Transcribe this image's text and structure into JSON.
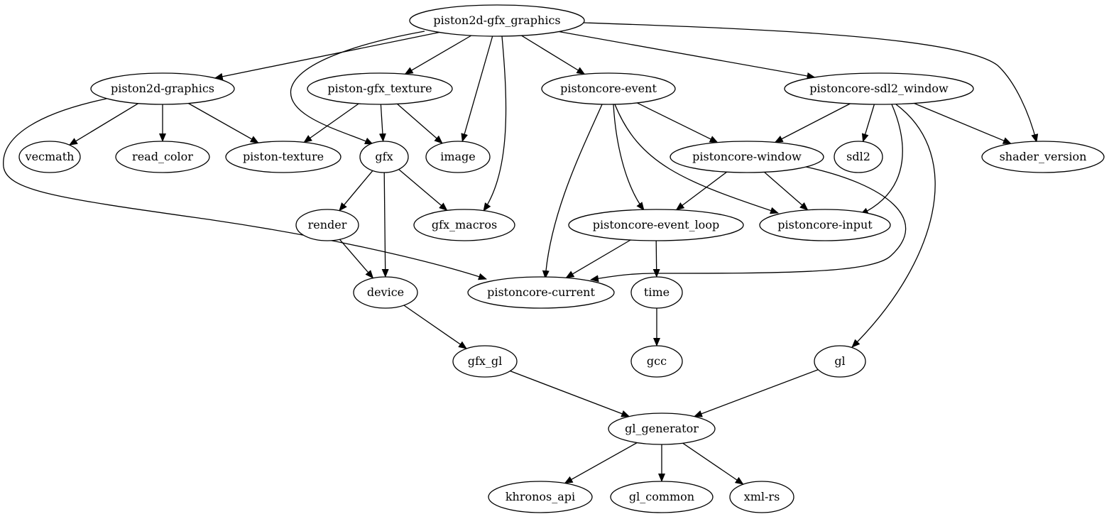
{
  "nodes": [
    {
      "id": "piston2d-gfx_graphics",
      "label": "piston2d-gfx_graphics"
    },
    {
      "id": "piston2d-graphics",
      "label": "piston2d-graphics"
    },
    {
      "id": "piston-gfx_texture",
      "label": "piston-gfx_texture"
    },
    {
      "id": "pistoncore-event",
      "label": "pistoncore-event"
    },
    {
      "id": "pistoncore-sdl2_window",
      "label": "pistoncore-sdl2_window"
    },
    {
      "id": "vecmath",
      "label": "vecmath"
    },
    {
      "id": "read_color",
      "label": "read_color"
    },
    {
      "id": "piston-texture",
      "label": "piston-texture"
    },
    {
      "id": "gfx",
      "label": "gfx"
    },
    {
      "id": "image",
      "label": "image"
    },
    {
      "id": "pistoncore-window",
      "label": "pistoncore-window"
    },
    {
      "id": "sdl2",
      "label": "sdl2"
    },
    {
      "id": "shader_version",
      "label": "shader_version"
    },
    {
      "id": "render",
      "label": "render"
    },
    {
      "id": "gfx_macros",
      "label": "gfx_macros"
    },
    {
      "id": "pistoncore-event_loop",
      "label": "pistoncore-event_loop"
    },
    {
      "id": "pistoncore-input",
      "label": "pistoncore-input"
    },
    {
      "id": "device",
      "label": "device"
    },
    {
      "id": "pistoncore-current",
      "label": "pistoncore-current"
    },
    {
      "id": "time",
      "label": "time"
    },
    {
      "id": "gfx_gl",
      "label": "gfx_gl"
    },
    {
      "id": "gcc",
      "label": "gcc"
    },
    {
      "id": "gl",
      "label": "gl"
    },
    {
      "id": "gl_generator",
      "label": "gl_generator"
    },
    {
      "id": "khronos_api",
      "label": "khronos_api"
    },
    {
      "id": "gl_common",
      "label": "gl_common"
    },
    {
      "id": "xml-rs",
      "label": "xml-rs"
    }
  ],
  "edges": [
    {
      "from": "piston2d-gfx_graphics",
      "to": "piston2d-graphics"
    },
    {
      "from": "piston2d-gfx_graphics",
      "to": "piston-gfx_texture"
    },
    {
      "from": "piston2d-gfx_graphics",
      "to": "pistoncore-event"
    },
    {
      "from": "piston2d-gfx_graphics",
      "to": "pistoncore-sdl2_window"
    },
    {
      "from": "piston2d-gfx_graphics",
      "to": "shader_version"
    },
    {
      "from": "piston2d-gfx_graphics",
      "to": "gfx"
    },
    {
      "from": "piston2d-gfx_graphics",
      "to": "image"
    },
    {
      "from": "piston2d-gfx_graphics",
      "to": "gfx_macros"
    },
    {
      "from": "piston2d-graphics",
      "to": "vecmath"
    },
    {
      "from": "piston2d-graphics",
      "to": "read_color"
    },
    {
      "from": "piston2d-graphics",
      "to": "piston-texture"
    },
    {
      "from": "piston2d-graphics",
      "to": "pistoncore-current"
    },
    {
      "from": "piston-gfx_texture",
      "to": "piston-texture"
    },
    {
      "from": "piston-gfx_texture",
      "to": "gfx"
    },
    {
      "from": "piston-gfx_texture",
      "to": "image"
    },
    {
      "from": "pistoncore-event",
      "to": "pistoncore-window"
    },
    {
      "from": "pistoncore-event",
      "to": "pistoncore-event_loop"
    },
    {
      "from": "pistoncore-event",
      "to": "pistoncore-input"
    },
    {
      "from": "pistoncore-event",
      "to": "pistoncore-current"
    },
    {
      "from": "pistoncore-sdl2_window",
      "to": "pistoncore-window"
    },
    {
      "from": "pistoncore-sdl2_window",
      "to": "sdl2"
    },
    {
      "from": "pistoncore-sdl2_window",
      "to": "shader_version"
    },
    {
      "from": "pistoncore-sdl2_window",
      "to": "pistoncore-input"
    },
    {
      "from": "pistoncore-sdl2_window",
      "to": "gl"
    },
    {
      "from": "gfx",
      "to": "render"
    },
    {
      "from": "gfx",
      "to": "gfx_macros"
    },
    {
      "from": "gfx",
      "to": "device"
    },
    {
      "from": "pistoncore-window",
      "to": "pistoncore-event_loop"
    },
    {
      "from": "pistoncore-window",
      "to": "pistoncore-input"
    },
    {
      "from": "pistoncore-window",
      "to": "pistoncore-current"
    },
    {
      "from": "render",
      "to": "device"
    },
    {
      "from": "pistoncore-event_loop",
      "to": "pistoncore-current"
    },
    {
      "from": "pistoncore-event_loop",
      "to": "time"
    },
    {
      "from": "device",
      "to": "gfx_gl"
    },
    {
      "from": "time",
      "to": "gcc"
    },
    {
      "from": "gfx_gl",
      "to": "gl_generator"
    },
    {
      "from": "gl",
      "to": "gl_generator"
    },
    {
      "from": "gl_generator",
      "to": "khronos_api"
    },
    {
      "from": "gl_generator",
      "to": "gl_common"
    },
    {
      "from": "gl_generator",
      "to": "xml-rs"
    }
  ]
}
